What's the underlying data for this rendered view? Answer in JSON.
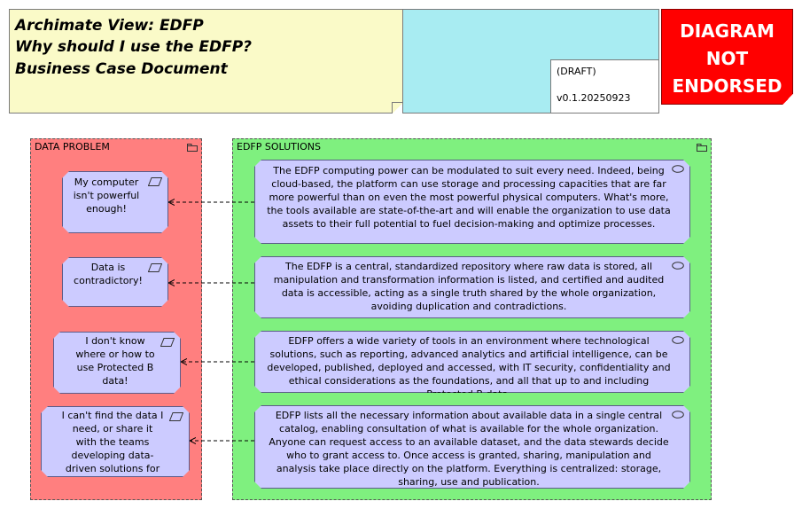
{
  "header": {
    "title_lines": [
      "Archimate View: EDFP",
      "Why should I use the EDFP?",
      "Business Case Document"
    ],
    "status": "(DRAFT)",
    "version": "v0.1.20250923",
    "endorsement_lines": [
      "DIAGRAM",
      "NOT",
      "ENDORSED"
    ]
  },
  "groups": {
    "problem_label": "DATA PROBLEM",
    "solution_label": "EDFP SOLUTIONS"
  },
  "problems": [
    "My computer isn't powerful enough!",
    "Data is contradictory!",
    "I don't know where or how to use Protected B data!",
    "I can't find the data I need, or share it with the teams developing data-driven solutions for me!"
  ],
  "solutions": [
    "The EDFP computing power can be modulated to suit every need. Indeed, being cloud-based, the platform can use storage and processing capacities that are far more powerful than on even the most powerful physical computers. What's more, the tools available are state-of-the-art and will enable the organization to use data assets to their full potential to fuel decision-making and optimize processes.",
    "The EDFP is a central, standardized repository where raw data is stored, all manipulation and transformation information is listed, and certified and audited data is accessible, acting as a single truth shared by the whole organization, avoiding duplication and contradictions.",
    "EDFP offers a wide variety of tools in an environment where technological solutions, such as reporting, advanced analytics and artificial intelligence, can be developed, published, deployed and accessed, with IT security, confidentiality and ethical considerations as the foundations, and all that up to and including Protected B data.",
    "EDFP lists all the necessary information about available data in a single central catalog, enabling consultation of what is available for the whole organization. Anyone can request access to an available dataset, and the data stewards decide who to grant access to. Once access is granted, sharing, manipulation and analysis take place directly on the platform. Everything is centralized: storage, sharing, use and publication."
  ],
  "colors": {
    "note": "#fafac8",
    "cyan_panel": "#a8ecf2",
    "endorsement": "#ff0000",
    "problem_group": "#ff7f7f",
    "solution_group": "#7ff07f",
    "element": "#cccbff"
  },
  "icons": {
    "group": "folder-icon",
    "problem": "parallelogram-icon",
    "solution": "oval-icon"
  }
}
